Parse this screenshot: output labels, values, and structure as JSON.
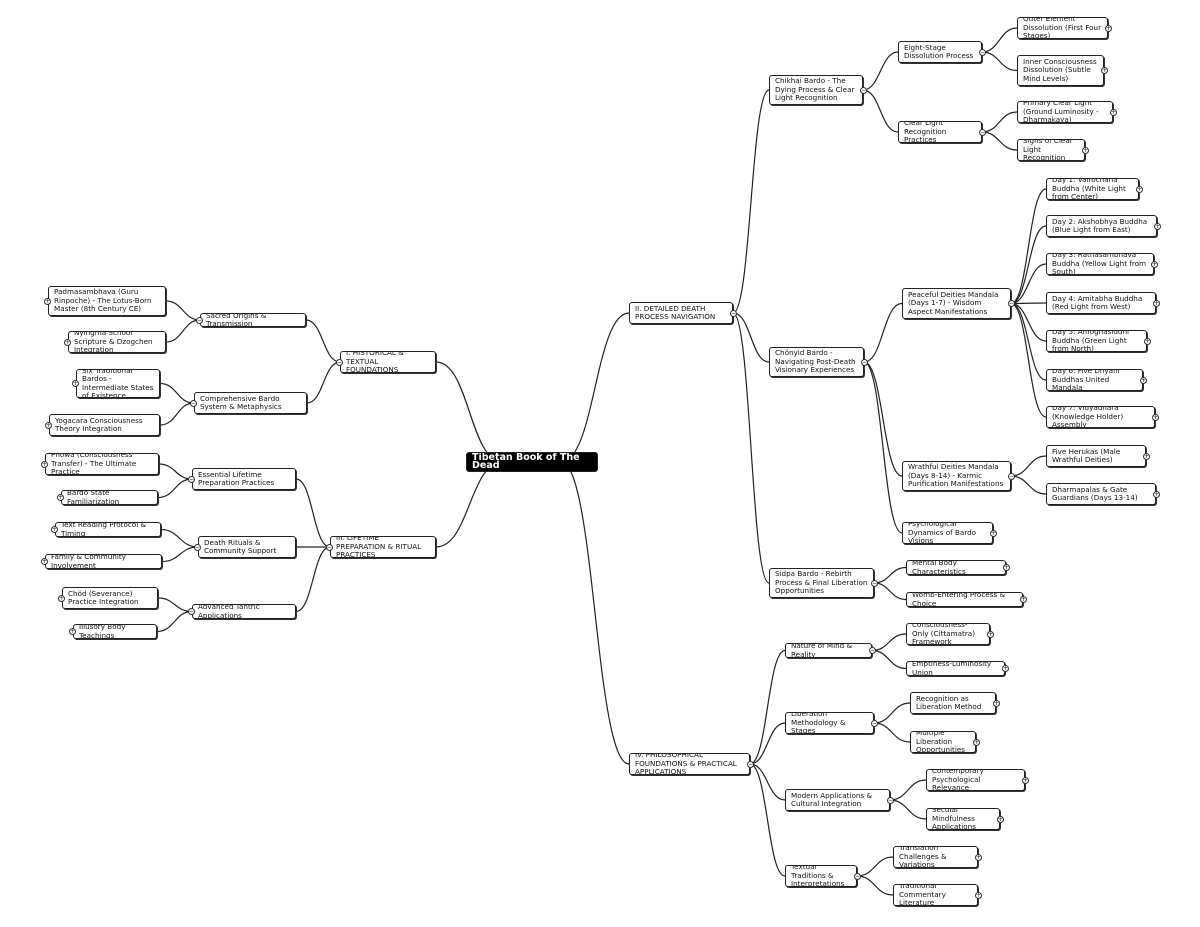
{
  "root": "Tibetan Book of The Dead",
  "toggle_symbols": {
    "collapse": "−",
    "expand": "+"
  },
  "branches": {
    "b1": {
      "label": "I. HISTORICAL & TEXTUAL FOUNDATIONS",
      "children": {
        "sacred": {
          "label": "Sacred Origins & Transmission",
          "children": {
            "padma": "Padmasambhava (Guru Rinpoche) - The Lotus-Born Master (8th Century CE)",
            "nyingma": "Nyingma School Scripture & Dzogchen Integration"
          }
        },
        "bardo_sys": {
          "label": "Comprehensive Bardo System & Metaphysics",
          "children": {
            "six": "Six Traditional Bardos - Intermediate States of Existence",
            "yogacara": "Yogacara Consciousness Theory Integration"
          }
        }
      }
    },
    "b2": {
      "label": "II. DETAILED DEATH PROCESS NAVIGATION",
      "children": {
        "chikhai": {
          "label": "Chikhai Bardo - The Dying Process & Clear Light Recognition",
          "children": {
            "eight": {
              "label": "Eight-Stage Dissolution Process",
              "children": {
                "outer": "Outer Element Dissolution (First Four Stages)",
                "inner": "Inner Consciousness Dissolution (Subtle Mind Levels)"
              }
            },
            "clear": {
              "label": "Clear Light Recognition Practices",
              "children": {
                "primary": "Primary Clear Light (Ground Luminosity - Dharmakaya)",
                "signs": "Signs of Clear Light Recognition"
              }
            }
          }
        },
        "chonyid": {
          "label": "Chönyid Bardo - Navigating Post-Death Visionary Experiences",
          "children": {
            "peaceful": {
              "label": "Peaceful Deities Mandala (Days 1-7) - Wisdom Aspect Manifestations",
              "children": {
                "d1": "Day 1: Vairochana Buddha (White Light from Center)",
                "d2": "Day 2: Akshobhya Buddha (Blue Light from East)",
                "d3": "Day 3: Ratnasambhava Buddha (Yellow Light from South)",
                "d4": "Day 4: Amitabha Buddha (Red Light from West)",
                "d5": "Day 5: Amoghasiddhi Buddha (Green Light from North)",
                "d6": "Day 6: Five Dhyani Buddhas United Mandala",
                "d7": "Day 7: Vidyadhara (Knowledge Holder) Assembly"
              }
            },
            "wrathful": {
              "label": "Wrathful Deities Mandala (Days 8-14) - Karmic Purification Manifestations",
              "children": {
                "herukas": "Five Herukas (Male Wrathful Deities)",
                "dharma": "Dharmapalas & Gate Guardians (Days 13-14)"
              }
            },
            "psych": "Psychological Dynamics of Bardo Visions"
          }
        },
        "sidpa": {
          "label": "Sidpa Bardo - Rebirth Process & Final Liberation Opportunities",
          "children": {
            "mental": "Mental Body Characteristics",
            "womb": "Womb-Entering Process & Choice"
          }
        }
      }
    },
    "b3": {
      "label": "III. LIFETIME PREPARATION & RITUAL PRACTICES",
      "children": {
        "essential": {
          "label": "Essential Lifetime Preparation Practices",
          "children": {
            "phowa": "Phowa (Consciousness Transfer) - The Ultimate Practice",
            "bardofam": "Bardo State Familiarization"
          }
        },
        "rituals": {
          "label": "Death Rituals & Community Support",
          "children": {
            "reading": "Text Reading Protocol & Timing",
            "family": "Family & Community Involvement"
          }
        },
        "tantric": {
          "label": "Advanced Tantric Applications",
          "children": {
            "chod": "Chöd (Severance) Practice Integration",
            "illusory": "Illusory Body Teachings"
          }
        }
      }
    },
    "b4": {
      "label": "IV. PHILOSOPHICAL FOUNDATIONS & PRACTICAL APPLICATIONS",
      "children": {
        "nature": {
          "label": "Nature of Mind & Reality",
          "children": {
            "cons": "Consciousness-Only (Cittamatra) Framework",
            "empt": "Emptiness-Luminosity Union"
          }
        },
        "libm": {
          "label": "Liberation Methodology & Stages",
          "children": {
            "recog": "Recognition as Liberation Method",
            "multi": "Multiple Liberation Opportunities"
          }
        },
        "modern": {
          "label": "Modern Applications & Cultural Integration",
          "children": {
            "contemp": "Contemporary Psychological Relevance",
            "secular": "Secular Mindfulness Applications"
          }
        },
        "textual": {
          "label": "Textual Traditions & Interpretations",
          "children": {
            "transl": "Translation Challenges & Variations",
            "tradc": "Traditional Commentary Literature"
          }
        }
      }
    }
  }
}
